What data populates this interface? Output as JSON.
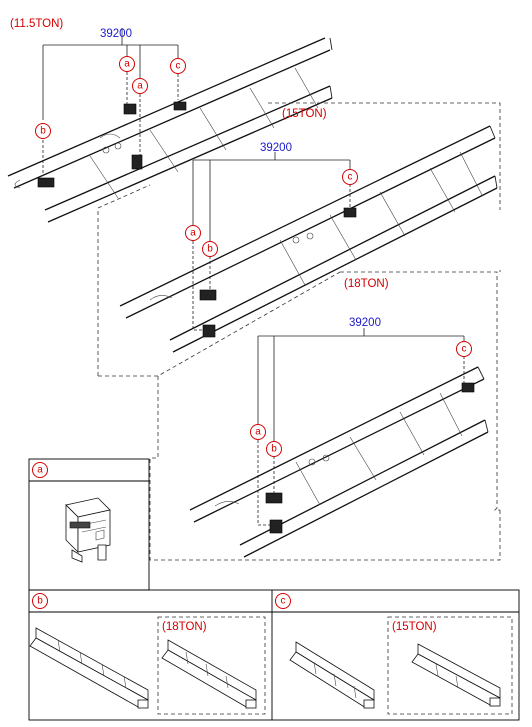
{
  "diagram": {
    "variants": [
      {
        "id": "11.5ton",
        "label": "(11.5TON)",
        "part_number": "39200",
        "callouts": [
          "a",
          "a",
          "c",
          "b"
        ]
      },
      {
        "id": "15ton",
        "label": "(15TON)",
        "part_number": "39200",
        "callouts": [
          "c",
          "a",
          "b"
        ]
      },
      {
        "id": "18ton",
        "label": "(18TON)",
        "part_number": "39200",
        "callouts": [
          "c",
          "a",
          "b"
        ]
      }
    ],
    "detail_a": {
      "letter": "a"
    },
    "detail_b": {
      "letter": "b",
      "sub_label": "(18TON)"
    },
    "detail_c": {
      "letter": "c",
      "sub_label": "(15TON)"
    }
  }
}
